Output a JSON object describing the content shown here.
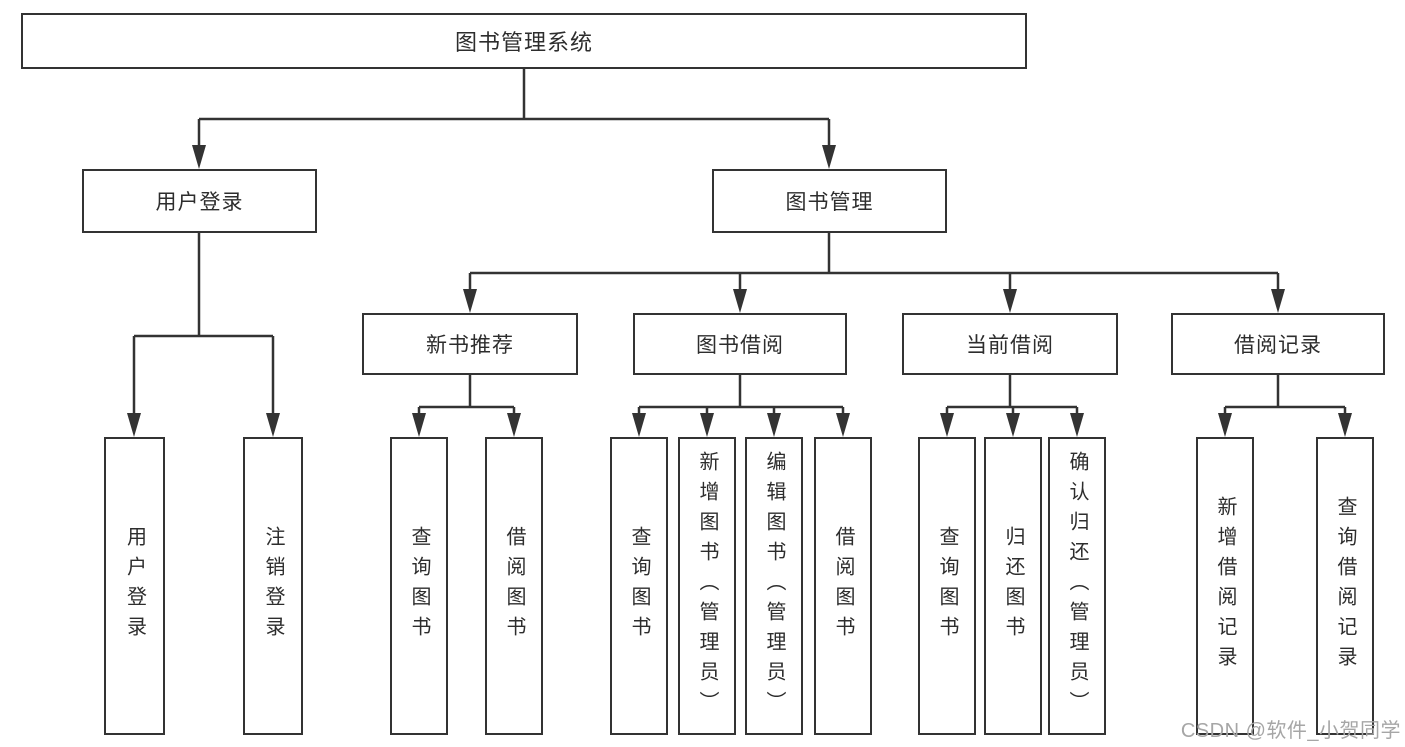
{
  "diagram": {
    "title": "图书管理系统",
    "nodes": {
      "root": "图书管理系统",
      "user_login": "用户登录",
      "book_management": "图书管理",
      "new_book_recommend": "新书推荐",
      "book_borrow": "图书借阅",
      "current_borrow": "当前借阅",
      "borrow_records": "借阅记录",
      "leaf_user_login": "用户登录",
      "leaf_logout": "注销登录",
      "leaf_query_book_recommend": "查询图书",
      "leaf_borrow_book_recommend": "借阅图书",
      "leaf_query_book_borrow": "查询图书",
      "leaf_add_book_admin": "新增图书（管理员）",
      "leaf_edit_book_admin": "编辑图书（管理员）",
      "leaf_borrow_book_borrow": "借阅图书",
      "leaf_query_book_current": "查询图书",
      "leaf_return_book": "归还图书",
      "leaf_confirm_return_admin": "确认归还（管理员）",
      "leaf_add_borrow_record": "新增借阅记录",
      "leaf_query_borrow_record": "查询借阅记录"
    },
    "colors": {
      "line": "#333333",
      "box_border": "#333333",
      "text": "#2d2d2d",
      "watermark": "#a6a6a6"
    }
  },
  "watermark": "CSDN @软件_小贺同学"
}
